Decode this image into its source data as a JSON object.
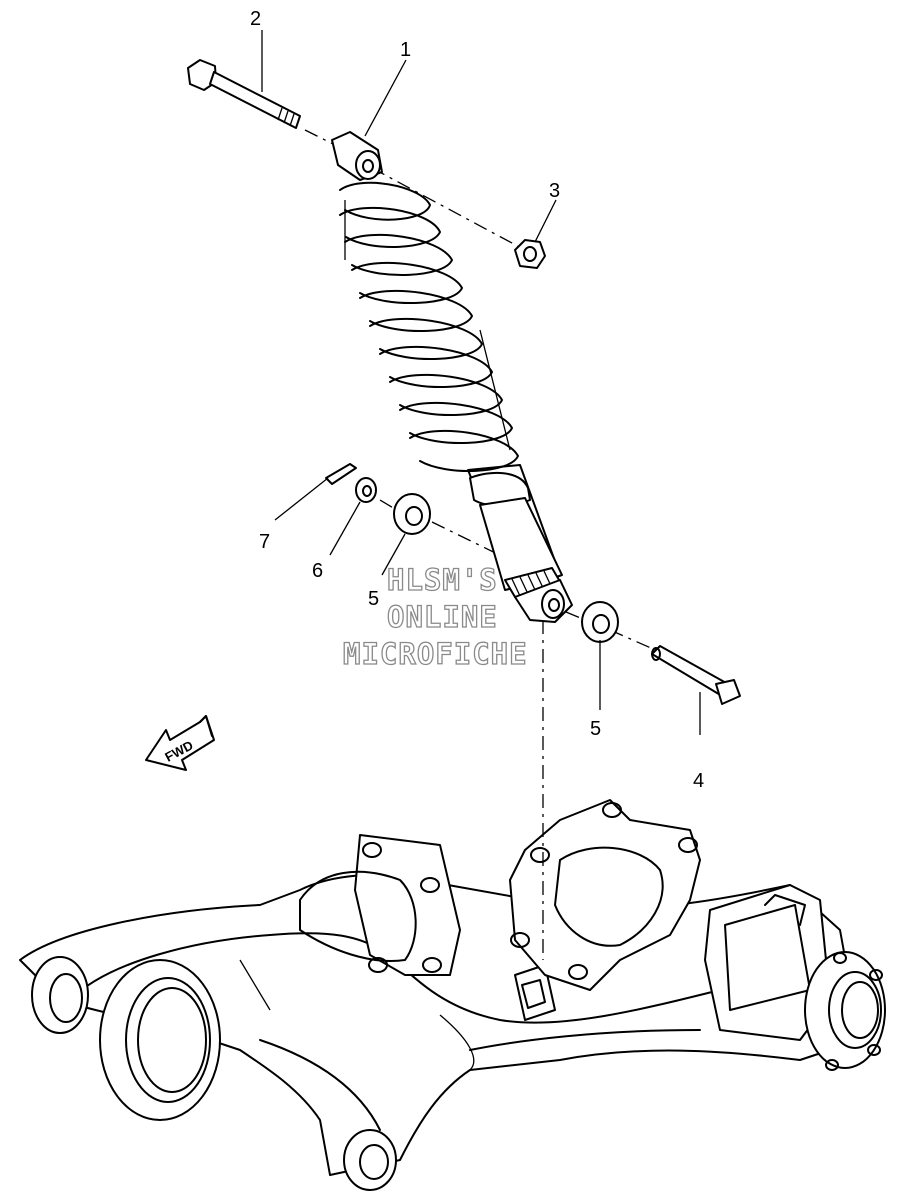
{
  "diagram": {
    "callouts": [
      {
        "id": "callout-1",
        "text": "1"
      },
      {
        "id": "callout-2",
        "text": "2"
      },
      {
        "id": "callout-3",
        "text": "3"
      },
      {
        "id": "callout-4",
        "text": "4"
      },
      {
        "id": "callout-5a",
        "text": "5"
      },
      {
        "id": "callout-5b",
        "text": "5"
      },
      {
        "id": "callout-6",
        "text": "6"
      },
      {
        "id": "callout-7",
        "text": "7"
      }
    ],
    "watermark": [
      "HLSM'S",
      "ONLINE",
      "MICROFICHE"
    ],
    "fwd_arrow_text": "FWD"
  }
}
